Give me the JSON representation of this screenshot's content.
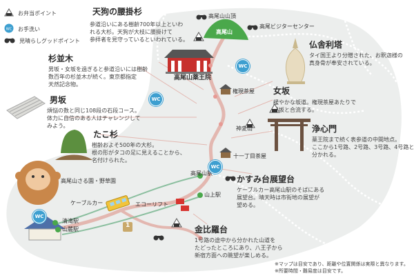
{
  "legend": {
    "bento": "お弁当ポイント",
    "wc": "お手洗い",
    "view": "見晴らしグッドポイント",
    "wc_icon_text": "WC"
  },
  "spots": {
    "tengu": {
      "title": "天狗の腰掛杉",
      "desc": [
        "参道沿いにある樹齢700年以上といわ",
        "れる大杉。天狗が大枝に腰掛けて",
        "参拝者を見守っているといわれている。"
      ]
    },
    "summit": "高尾山山頂",
    "visitor_center": "高尾ビジターセンター",
    "takaosan_badge": "高尾山",
    "suginamiki": {
      "title": "杉並木",
      "desc": [
        "男坂・女坂を過ぎると参道沿いには樹齢",
        "数百年の杉並木が続く。東京都指定",
        "天然記念物。"
      ]
    },
    "yakuoin": "高尾山薬王院",
    "gonbei": "権現茶屋",
    "bussharito": {
      "title": "仏舎利塔",
      "desc": [
        "タイ国王より分贈された、お釈迦様の",
        "真身骨が奉安されている。"
      ]
    },
    "otokozaka": {
      "title": "男坂",
      "desc": [
        "煩悩の数と同じ108段の石段コース。",
        "体力に自信のある人はチャレンジして",
        "みよう。"
      ]
    },
    "onnazaka": {
      "title": "女坂",
      "desc": [
        "緩やかな坂道。権現茶屋あたりで",
        "男坂と合流する。"
      ]
    },
    "shinpenzan": "神変山",
    "joshinmon": {
      "title": "浄心門",
      "desc": [
        "薬王院まで続く表参道の中間地点。",
        "ここから1号路、2号路、3号路、4号路と",
        "分かれる。"
      ]
    },
    "takosugi": {
      "title": "たこ杉",
      "desc": [
        "樹齢およそ500年の大杉。",
        "根の形がタコの足に見えることから、",
        "名付けられた。"
      ]
    },
    "juichome": "十一丁目茶屋",
    "saruen": "高尾山さる園・野草園",
    "takaosan_st": "高尾山駅",
    "kasumidai": {
      "title": "かすみ台展望台",
      "desc": [
        "ケーブルカー高尾山駅のそばにある",
        "展望台。晴天時は市街地の展望が",
        "望める。"
      ]
    },
    "cablecar": "ケーブルカー",
    "ecolift": "エコーリフト",
    "sanjo": "山上駅",
    "kiyotaki": "清滝駅",
    "sanroku": "山麓駅",
    "route_number": "1",
    "kinpira": {
      "title": "金比羅台",
      "desc": [
        "1号路の途中から分かれた山道を",
        "たどったところにあり、八王子から",
        "新宿方面への眺望が楽しめる。"
      ]
    }
  },
  "notes": [
    "※マップは目安であり、距離や位置関係は実際と異なります。",
    "※所要時間・難易度は目安です。"
  ],
  "colors": {
    "wc": "#3d9fd0",
    "path": "#e3b7b0",
    "ground": "#eceeed",
    "green": "#4aa84b",
    "temple_red": "#c7302c"
  }
}
